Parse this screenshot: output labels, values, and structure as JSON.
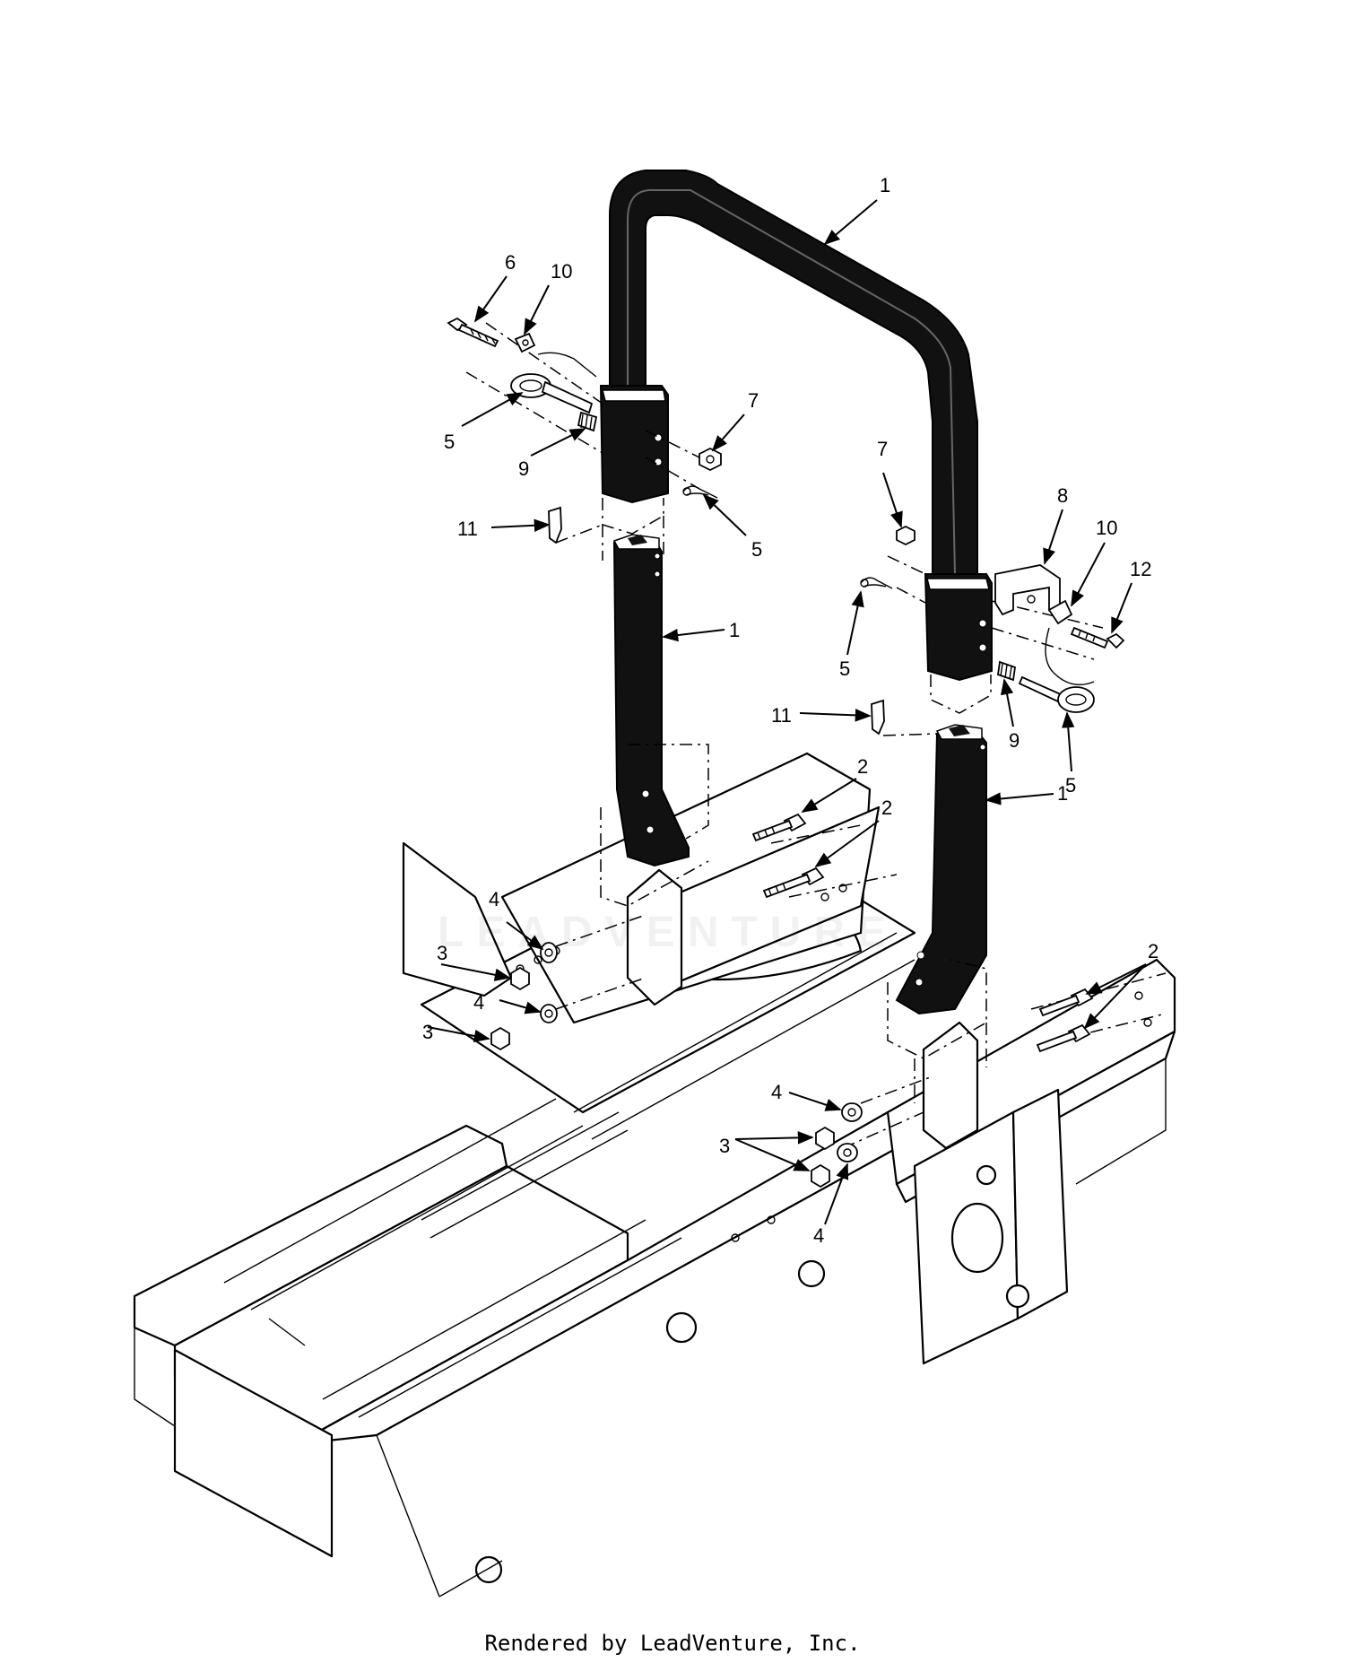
{
  "diagram": {
    "callouts": [
      {
        "id": "c-1-top",
        "text": "1"
      },
      {
        "id": "c-6",
        "text": "6"
      },
      {
        "id": "c-10-left",
        "text": "10"
      },
      {
        "id": "c-5-left-a",
        "text": "5"
      },
      {
        "id": "c-9-left",
        "text": "9"
      },
      {
        "id": "c-7-left",
        "text": "7"
      },
      {
        "id": "c-5-left-b",
        "text": "5"
      },
      {
        "id": "c-11-left",
        "text": "11"
      },
      {
        "id": "c-1-left",
        "text": "1"
      },
      {
        "id": "c-7-right",
        "text": "7"
      },
      {
        "id": "c-8",
        "text": "8"
      },
      {
        "id": "c-10-right",
        "text": "10"
      },
      {
        "id": "c-12",
        "text": "12"
      },
      {
        "id": "c-5-right-a",
        "text": "5"
      },
      {
        "id": "c-11-right",
        "text": "11"
      },
      {
        "id": "c-9-right",
        "text": "9"
      },
      {
        "id": "c-5-right-b",
        "text": "5"
      },
      {
        "id": "c-1-right",
        "text": "1"
      },
      {
        "id": "c-2-a",
        "text": "2"
      },
      {
        "id": "c-2-b",
        "text": "2"
      },
      {
        "id": "c-2-c",
        "text": "2"
      },
      {
        "id": "c-4-a",
        "text": "4"
      },
      {
        "id": "c-3-a",
        "text": "3"
      },
      {
        "id": "c-4-b",
        "text": "4"
      },
      {
        "id": "c-3-b",
        "text": "3"
      },
      {
        "id": "c-4-c",
        "text": "4"
      },
      {
        "id": "c-3-c",
        "text": "3"
      },
      {
        "id": "c-4-d",
        "text": "4"
      }
    ],
    "watermark": "LEADVENTURE"
  },
  "footer": {
    "text": "Rendered by LeadVenture, Inc."
  }
}
